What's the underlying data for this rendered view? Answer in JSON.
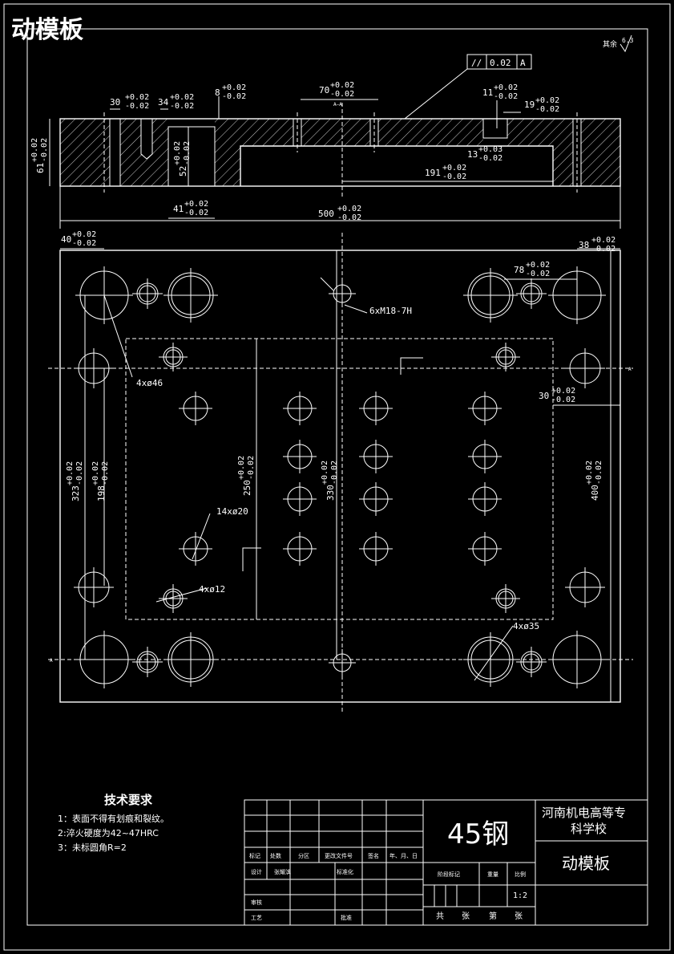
{
  "title": "动模板",
  "roughness": {
    "label": "其余",
    "value": "6.3"
  },
  "section": {
    "tolerance_frame": {
      "symbol": "//",
      "value": "0.02",
      "datum": "A"
    },
    "dims": {
      "d30": "30",
      "d34": "34",
      "d8": "8",
      "d70": "70",
      "d11": "11",
      "d19": "19",
      "d13": "13",
      "d191": "191",
      "d41": "41",
      "d500": "500",
      "d61": "61",
      "d52": "52"
    },
    "section_label": "A—A"
  },
  "plan": {
    "dims": {
      "d40": "40",
      "d38": "38",
      "d78": "78",
      "d30b": "30",
      "d323": "323",
      "d198": "198",
      "d250": "250",
      "d330": "330",
      "d400": "400"
    },
    "callouts": {
      "thread": "6xM18-7H",
      "hole46": "4xø46",
      "hole20": "14xø20",
      "hole12": "4xø12",
      "hole35": "4xø35"
    },
    "section_marks": [
      "A",
      "A"
    ]
  },
  "tolerances": {
    "plus": "+0.02",
    "minus": "-0.02",
    "plus003": "+0.03"
  },
  "tech": {
    "heading": "技术要求",
    "items": [
      "1：表面不得有划痕和裂纹。",
      "2:淬火硬度为42~47HRC",
      "3：未标圆角R=2"
    ]
  },
  "title_block": {
    "material": "45钢",
    "school": [
      "河南机电高等专",
      "科学校"
    ],
    "part_name": "动模板",
    "scale": "1:2",
    "headers": [
      "标记",
      "处数",
      "分区",
      "更改文件号",
      "签名",
      "年、月、日"
    ],
    "row_design": [
      "设计",
      "张耀滨",
      "标准化"
    ],
    "row_review": "审核",
    "row_process": [
      "工艺",
      "批准"
    ],
    "stage_headers": [
      "阶段标记",
      "重量",
      "比例"
    ],
    "sheet": [
      "共",
      "张",
      "第",
      "张"
    ]
  }
}
